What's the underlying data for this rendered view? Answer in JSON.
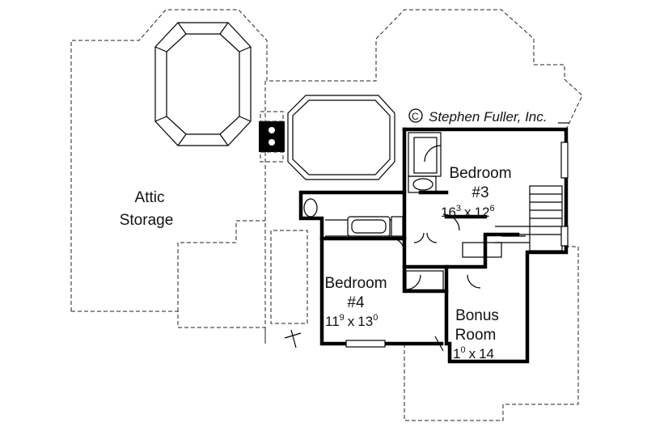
{
  "copyright": "Stephen Fuller, Inc.",
  "rooms": {
    "attic": {
      "line1": "Attic",
      "line2": "Storage"
    },
    "bedroom3": {
      "line1": "Bedroom",
      "line2": "#3",
      "dim_w": "16",
      "dim_w_sup": "3",
      "sep": "x",
      "dim_h": "12",
      "dim_h_sup": "6"
    },
    "bedroom4": {
      "line1": "Bedroom",
      "line2": "#4",
      "dim_w": "11",
      "dim_w_sup": "9",
      "sep": "x",
      "dim_h": "13",
      "dim_h_sup": "0"
    },
    "bonus": {
      "line1": "Bonus",
      "line2": "Room",
      "dim_w": "1",
      "dim_w_sup": "0",
      "sep": "x",
      "dim_h": "14",
      "dim_h_sup": ""
    }
  },
  "colors": {
    "ink": "#000000",
    "paper": "#ffffff"
  }
}
